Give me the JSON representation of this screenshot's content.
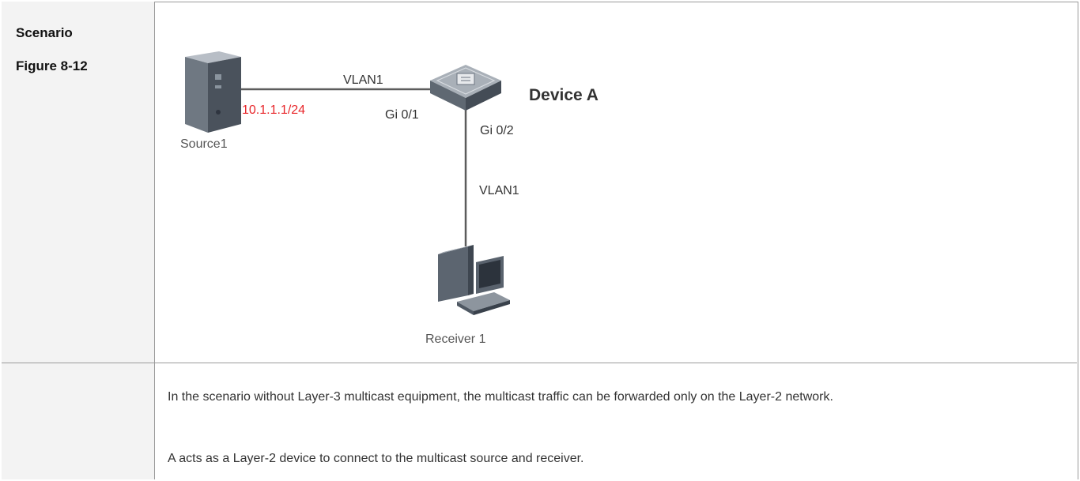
{
  "labels": {
    "scenario": "Scenario",
    "figure": "Figure 8-12"
  },
  "diagram": {
    "source_label": "Source1",
    "source_ip": "10.1.1.1/24",
    "vlan_top": "VLAN1",
    "port_left": "Gi 0/1",
    "port_right": "Gi 0/2",
    "vlan_vertical": "VLAN1",
    "device_label": "Device A",
    "receiver_label": "Receiver 1"
  },
  "description": {
    "para1": "In the scenario without Layer-3 multicast equipment, the multicast traffic can be forwarded only on the Layer-2 network.",
    "para2": "A acts as a Layer-2 device to connect to the multicast source and receiver."
  },
  "colors": {
    "ip_highlight": "#e8262a",
    "border": "#9a9a9a",
    "label_bg": "#f3f3f3"
  }
}
